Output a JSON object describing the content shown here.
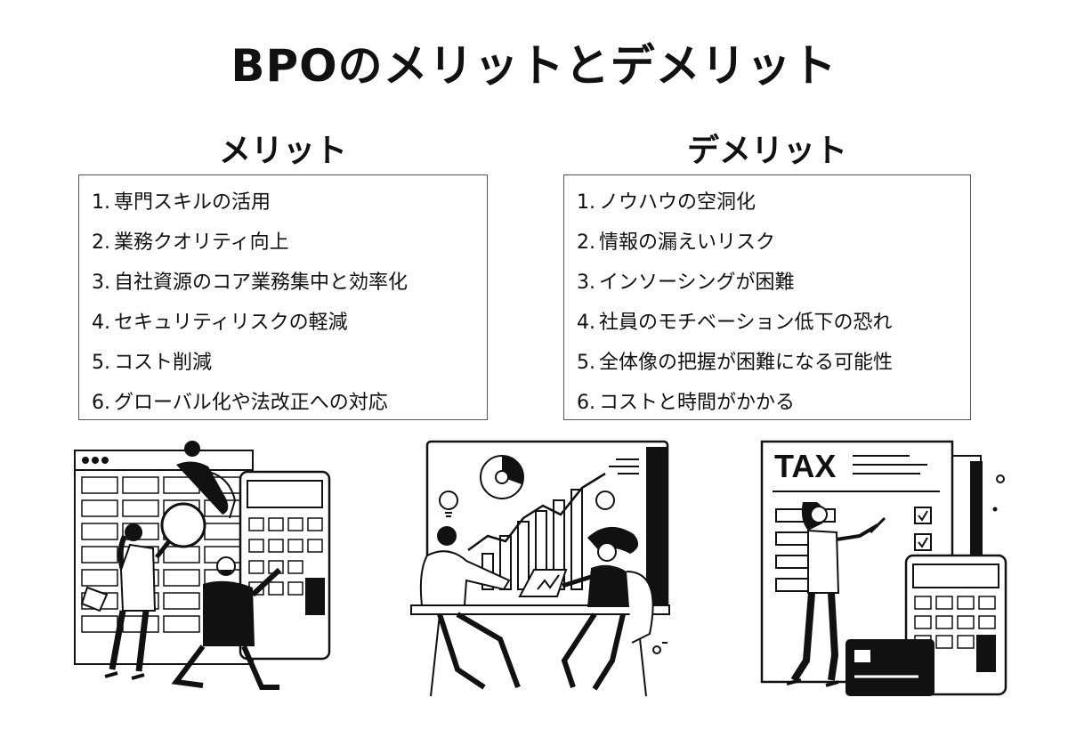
{
  "title": "BPOのメリットとデメリット",
  "merits": {
    "heading": "メリット",
    "items": [
      {
        "num": "1.",
        "text": "専門スキルの活用"
      },
      {
        "num": "2.",
        "text": "業務クオリティ向上"
      },
      {
        "num": "3.",
        "text": "自社資源のコア業務集中と効率化"
      },
      {
        "num": "4.",
        "text": "セキュリティリスクの軽減"
      },
      {
        "num": "5.",
        "text": "コスト削減"
      },
      {
        "num": "6.",
        "text": "グローバル化や法改正への対応"
      }
    ]
  },
  "demerits": {
    "heading": "デメリット",
    "items": [
      {
        "num": "1.",
        "text": "ノウハウの空洞化"
      },
      {
        "num": "2.",
        "text": "情報の漏えいリスク"
      },
      {
        "num": "3.",
        "text": "インソーシングが困難"
      },
      {
        "num": "4.",
        "text": "社員のモチベーション低下の恐れ"
      },
      {
        "num": "5.",
        "text": "全体像の把握が困難になる可能性"
      },
      {
        "num": "6.",
        "text": "コストと時間がかかる"
      }
    ]
  },
  "illustrations": {
    "tax_label": "TAX"
  }
}
